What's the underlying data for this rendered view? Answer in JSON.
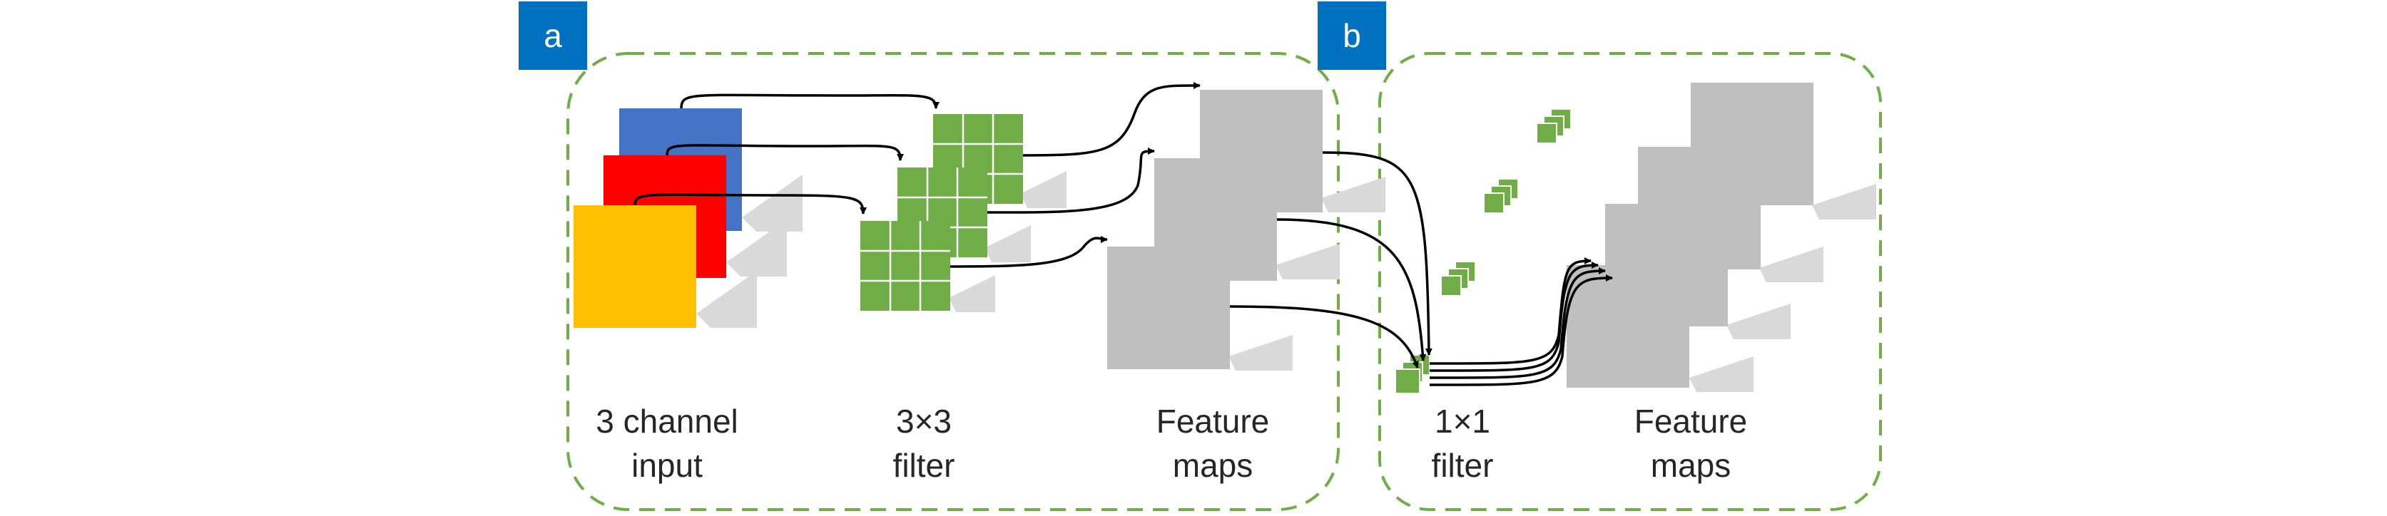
{
  "panels": [
    {
      "badge": "a",
      "labels": [
        {
          "line1": "3 channel",
          "line2": "input"
        },
        {
          "line1": "3×3",
          "line2": "filter"
        },
        {
          "line1": "Feature",
          "line2": "maps"
        }
      ]
    },
    {
      "badge": "b",
      "labels": [
        {
          "line1": "1×1",
          "line2": "filter"
        },
        {
          "line1": "Feature",
          "line2": "maps"
        }
      ]
    }
  ],
  "colors": {
    "badge": "#0070C0",
    "channel_blue": "#4472C4",
    "channel_red": "#FF0000",
    "channel_yellow": "#FFC000",
    "filter_green": "#70AD47",
    "feature_gray": "#BFBFBF",
    "shadow": "#D9D9D9",
    "dashed_border": "#70AD47",
    "arrow": "#000000"
  }
}
